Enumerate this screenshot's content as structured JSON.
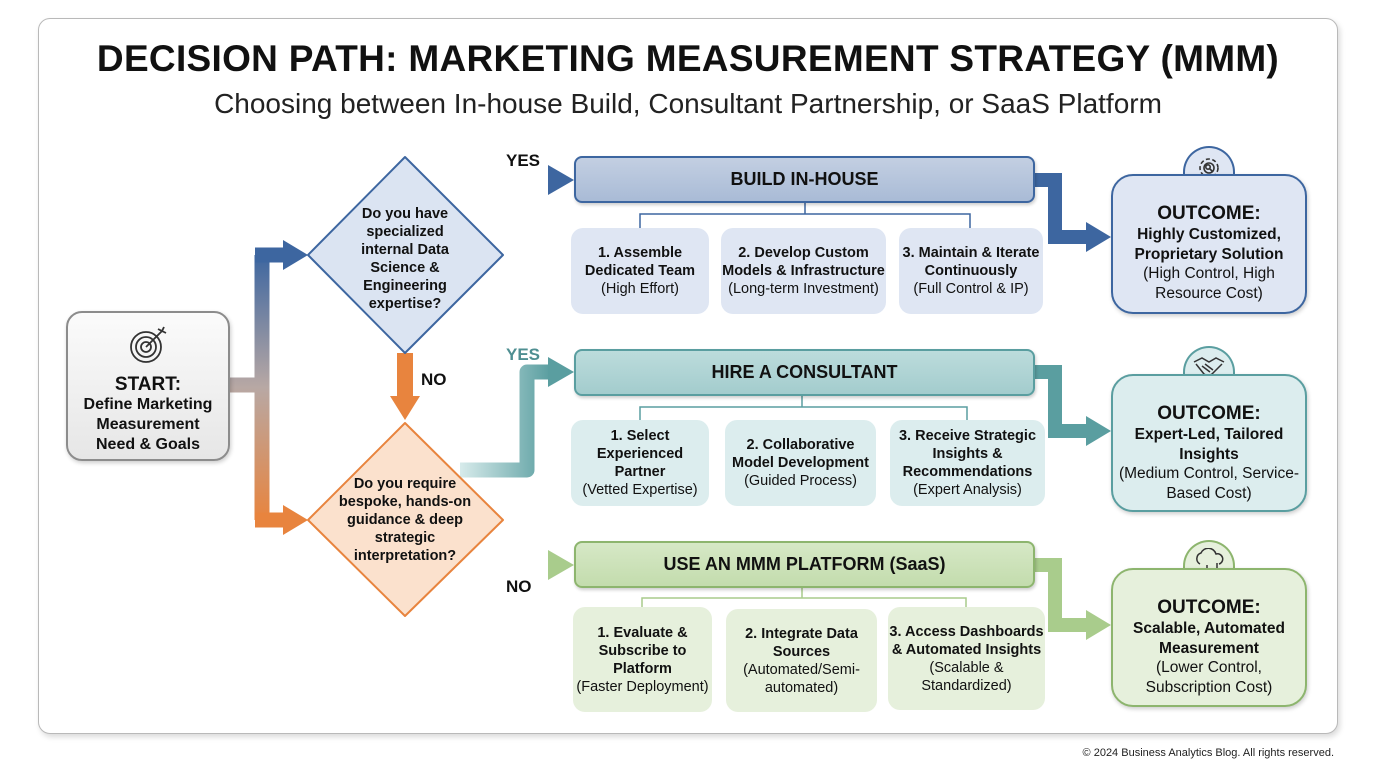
{
  "title": "DECISION PATH: MARKETING MEASUREMENT STRATEGY (MMM)",
  "subtitle": "Choosing between In-house Build, Consultant Partnership, or SaaS Platform",
  "start": {
    "heading": "START:",
    "text": "Define Marketing Measurement Need & Goals",
    "icon": "target-icon"
  },
  "decision1": {
    "question": "Do you have specialized internal Data Science & Engineering expertise?",
    "yes": "YES",
    "no": "NO"
  },
  "decision2": {
    "question": "Do you require bespoke, hands-on guidance & deep strategic interpretation?",
    "yes": "YES",
    "no": "NO"
  },
  "paths": [
    {
      "title": "BUILD IN-HOUSE",
      "color": "#3d66a0",
      "steps": [
        {
          "title": "1. Assemble Dedicated Team",
          "note": "(High Effort)"
        },
        {
          "title": "2. Develop Custom Models & Infrastructure",
          "note": "(Long-term Investment)"
        },
        {
          "title": "3. Maintain & Iterate Continuously",
          "note": "(Full Control & IP)"
        }
      ],
      "outcome": {
        "heading": "OUTCOME:",
        "summary": "Highly Customized, Proprietary Solution",
        "detail": "(High Control, High Resource Cost)",
        "icon": "gear-search-icon"
      }
    },
    {
      "title": "HIRE A CONSULTANT",
      "color": "#5a9ea0",
      "steps": [
        {
          "title": "1. Select Experienced Partner",
          "note": "(Vetted Expertise)"
        },
        {
          "title": "2. Collaborative Model Development",
          "note": "(Guided Process)"
        },
        {
          "title": "3. Receive Strategic Insights & Recommendations",
          "note": "(Expert Analysis)"
        }
      ],
      "outcome": {
        "heading": "OUTCOME:",
        "summary": "Expert-Led, Tailored Insights",
        "detail": "(Medium Control, Service-Based Cost)",
        "icon": "handshake-icon"
      }
    },
    {
      "title": "USE AN MMM PLATFORM (SaaS)",
      "color": "#a9cc8c",
      "steps": [
        {
          "title": "1. Evaluate & Subscribe to Platform",
          "note": "(Faster Deployment)"
        },
        {
          "title": "2. Integrate Data Sources",
          "note": "(Automated/Semi-automated)"
        },
        {
          "title": "3. Access Dashboards & Automated Insights",
          "note": "(Scalable & Standardized)"
        }
      ],
      "outcome": {
        "heading": "OUTCOME:",
        "summary": "Scalable, Automated Measurement",
        "detail": "(Lower Control, Subscription Cost)",
        "icon": "cloud-chart-icon"
      }
    }
  ],
  "copyright": "© 2024 Business Analytics Blog. All rights reserved."
}
